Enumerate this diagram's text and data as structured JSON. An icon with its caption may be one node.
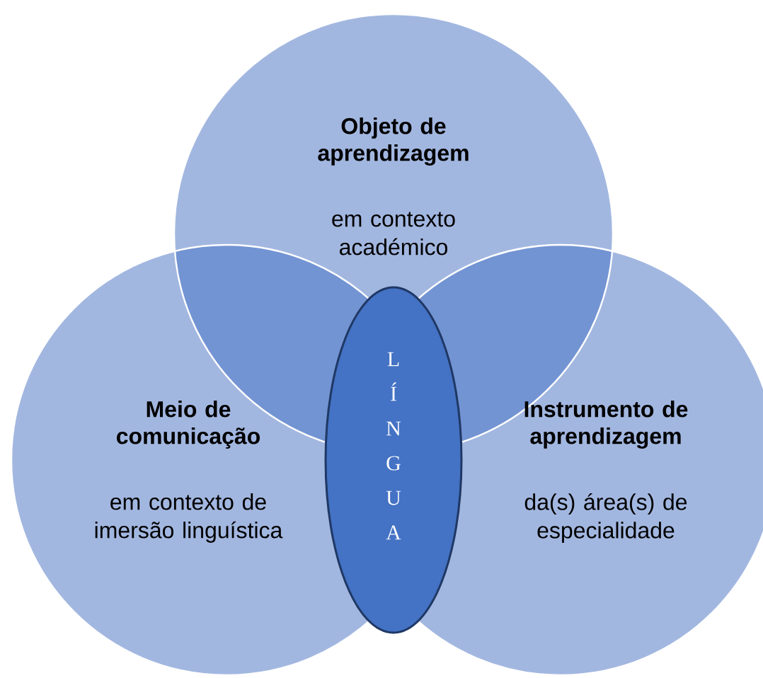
{
  "diagram": {
    "nodes": [
      {
        "text": [
          "Objeto de aprendizagem",
          "em contexto académico"
        ]
      },
      {
        "text": [
          "Meio de comunicação",
          "em contexto de imersão linguística"
        ]
      },
      {
        "text": [
          "Instrumento de aprendizagem",
          "da(s) área(s) de especialidade"
        ]
      },
      {
        "text": [
          "LÍNGUA"
        ]
      }
    ]
  }
}
